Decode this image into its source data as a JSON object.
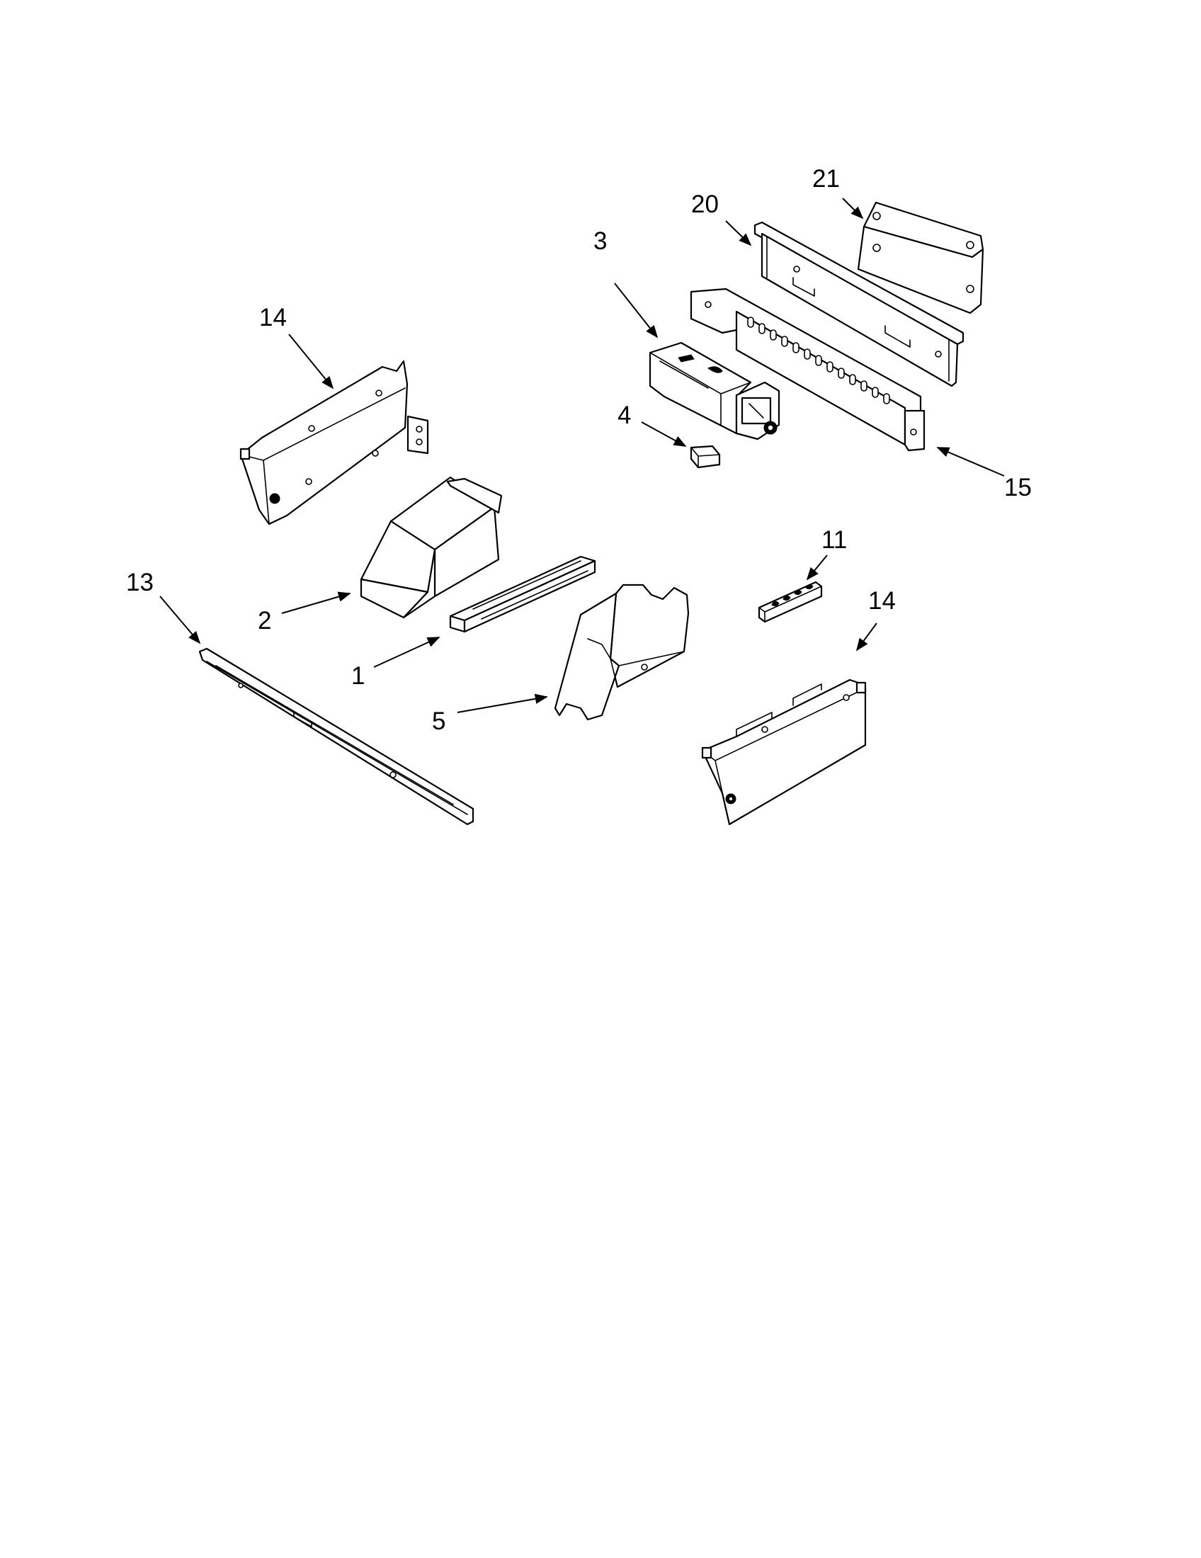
{
  "callouts": {
    "c21": "21",
    "c20": "20",
    "c3": "3",
    "c14_top": "14",
    "c4": "4",
    "c15": "15",
    "c11": "11",
    "c13": "13",
    "c2": "2",
    "c14_bottom": "14",
    "c1": "1",
    "c5": "5"
  }
}
